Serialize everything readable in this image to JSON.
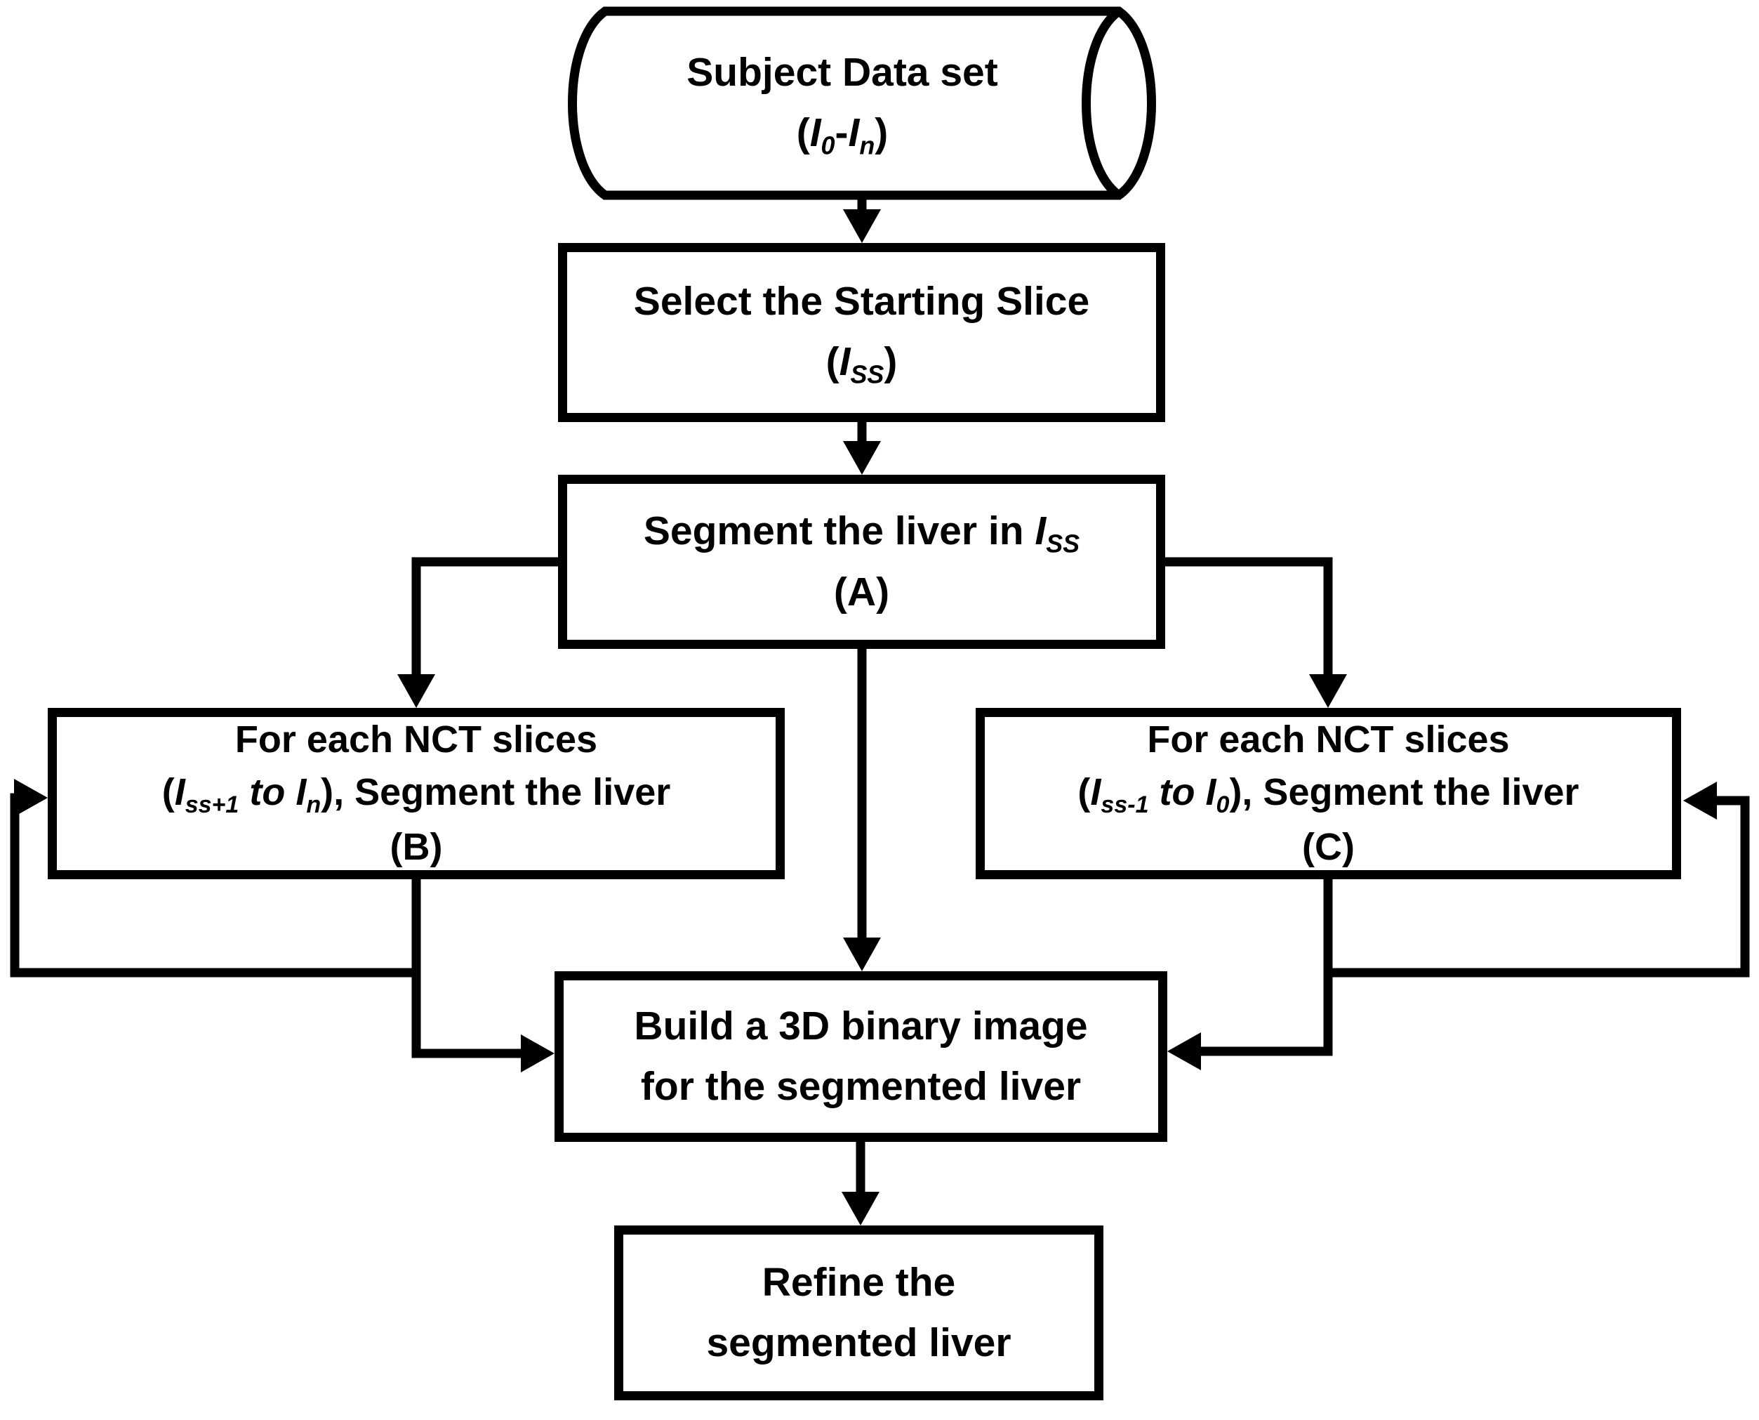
{
  "diagram_type": "flowchart",
  "colors": {
    "background": "#ffffff",
    "stroke": "#000000",
    "text": "#000000"
  },
  "nodes": {
    "dataset": {
      "shape": "cylinder",
      "lines": [
        [
          {
            "t": "Subject Data set"
          }
        ],
        [
          {
            "t": "("
          },
          {
            "t": "I",
            "i": 1
          },
          {
            "t": "0",
            "sub": 1
          },
          {
            "t": "-"
          },
          {
            "t": "I",
            "i": 1
          },
          {
            "t": "n",
            "sub": 1
          },
          {
            "t": ")"
          }
        ]
      ]
    },
    "select": {
      "shape": "rect",
      "lines": [
        [
          {
            "t": "Select the Starting Slice"
          }
        ],
        [
          {
            "t": "("
          },
          {
            "t": "I",
            "i": 1
          },
          {
            "t": "SS",
            "sub": 1
          },
          {
            "t": ")"
          }
        ]
      ]
    },
    "segment_a": {
      "shape": "rect",
      "lines": [
        [
          {
            "t": "Segment the liver in "
          },
          {
            "t": "I",
            "i": 1
          },
          {
            "t": "SS",
            "sub": 1
          }
        ],
        [
          {
            "t": "(A)"
          }
        ]
      ]
    },
    "loop_b": {
      "shape": "rect",
      "lines": [
        [
          {
            "t": "For each NCT slices"
          }
        ],
        [
          {
            "t": "("
          },
          {
            "t": "I",
            "i": 1
          },
          {
            "t": "ss+1",
            "sub": 1
          },
          {
            "t": " "
          },
          {
            "t": "to",
            "i": 1
          },
          {
            "t": " "
          },
          {
            "t": "I",
            "i": 1
          },
          {
            "t": "n",
            "sub": 1
          },
          {
            "t": "), Segment the liver"
          }
        ],
        [
          {
            "t": "(B)"
          }
        ]
      ]
    },
    "loop_c": {
      "shape": "rect",
      "lines": [
        [
          {
            "t": "For each NCT slices"
          }
        ],
        [
          {
            "t": "("
          },
          {
            "t": "I",
            "i": 1
          },
          {
            "t": "ss-1",
            "sub": 1
          },
          {
            "t": " "
          },
          {
            "t": "to",
            "i": 1
          },
          {
            "t": " "
          },
          {
            "t": "I",
            "i": 1
          },
          {
            "t": "0",
            "sub": 1
          },
          {
            "t": "), Segment the liver"
          }
        ],
        [
          {
            "t": "(C)"
          }
        ]
      ]
    },
    "build": {
      "shape": "rect",
      "lines": [
        [
          {
            "t": "Build a 3D binary image"
          }
        ],
        [
          {
            "t": "for the segmented liver"
          }
        ]
      ]
    },
    "refine": {
      "shape": "rect",
      "lines": [
        [
          {
            "t": "Refine the"
          }
        ],
        [
          {
            "t": "segmented liver"
          }
        ]
      ]
    }
  },
  "edges": [
    {
      "from": "dataset",
      "to": "select"
    },
    {
      "from": "select",
      "to": "segment_a"
    },
    {
      "from": "segment_a",
      "to": "loop_b"
    },
    {
      "from": "segment_a",
      "to": "loop_c"
    },
    {
      "from": "segment_a",
      "to": "build"
    },
    {
      "from": "loop_b",
      "to": "build"
    },
    {
      "from": "loop_b",
      "to": "loop_b",
      "type": "feedback"
    },
    {
      "from": "loop_c",
      "to": "build"
    },
    {
      "from": "loop_c",
      "to": "loop_c",
      "type": "feedback"
    },
    {
      "from": "build",
      "to": "refine"
    }
  ]
}
